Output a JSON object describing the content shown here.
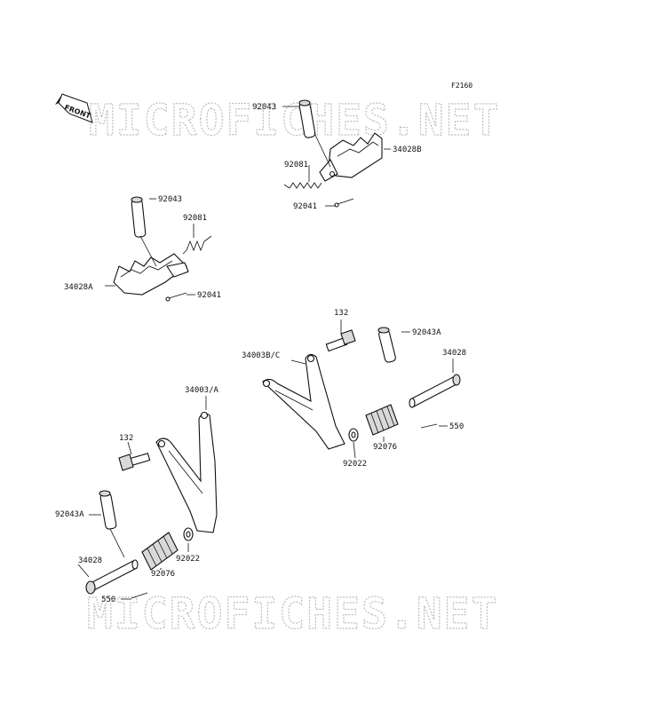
{
  "figure_code": "F2160",
  "front_label": "FRONT",
  "watermark": "MICROFICHES.NET",
  "labels": {
    "l_92043_top": "92043",
    "l_34028B": "34028B",
    "l_92081_top": "92081",
    "l_92041_top": "92041",
    "l_92043_left": "92043",
    "l_92081_left": "92081",
    "l_34028A": "34028A",
    "l_92041_left": "92041",
    "l_132_right": "132",
    "l_92043A_right": "92043A",
    "l_34003BC": "34003B/C",
    "l_34028_right": "34028",
    "l_550_right": "550",
    "l_92076_right": "92076",
    "l_92022_right": "92022",
    "l_34003A": "34003/A",
    "l_132_left": "132",
    "l_92043A_left": "92043A",
    "l_34028_left": "34028",
    "l_92022_left": "92022",
    "l_92076_left": "92076",
    "l_550_left": "550"
  }
}
